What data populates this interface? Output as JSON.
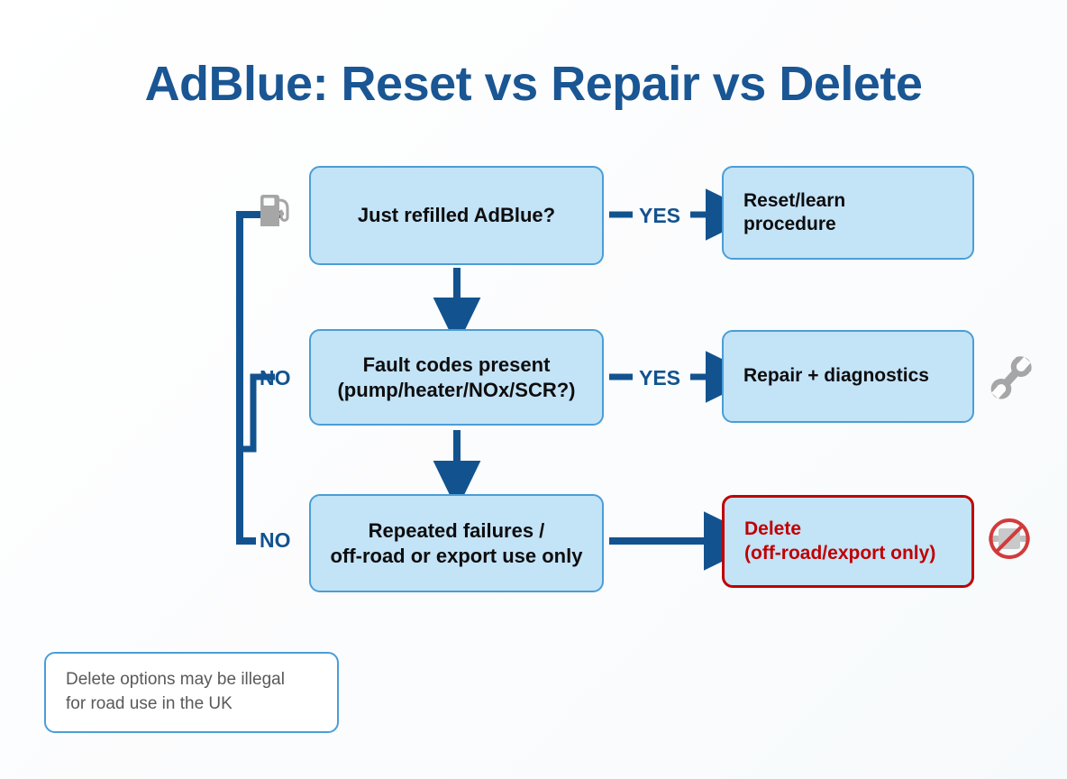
{
  "slide": {
    "title": "AdBlue: Reset vs Repair vs Delete",
    "background_color": "#fdfdfd",
    "title_color": "#1a5693"
  },
  "colors": {
    "box_fill": "#c3e3f7",
    "box_border": "#4a9ed6",
    "danger_border": "#c00000",
    "danger_text": "#c00000",
    "connector": "#12538f",
    "label_text": "#12538f",
    "icon_gray": "#a6a6a6",
    "footnote_text": "#595959"
  },
  "flow": {
    "questions": [
      {
        "id": "q1",
        "text": "Just refilled AdBlue?",
        "icon": "fuel-pump-icon"
      },
      {
        "id": "q2",
        "text": "Fault codes present\n(pump/heater/NOx/SCR?)"
      },
      {
        "id": "q3",
        "text": "Repeated failures /\noff-road or export use only"
      }
    ],
    "outcomes": [
      {
        "id": "o1",
        "text": "Reset/learn\nprocedure",
        "style": "normal"
      },
      {
        "id": "o2",
        "text": "Repair + diagnostics",
        "style": "normal",
        "icon": "wrench-icon"
      },
      {
        "id": "o3",
        "text": "Delete\n(off-road/export only)",
        "style": "danger",
        "icon": "no-entry-icon"
      }
    ],
    "branch_labels": {
      "yes_1": "YES",
      "yes_2": "YES",
      "no_1": "NO",
      "no_2": "NO"
    }
  },
  "footnote": {
    "text": "Delete options may be illegal\nfor road use in the UK"
  }
}
